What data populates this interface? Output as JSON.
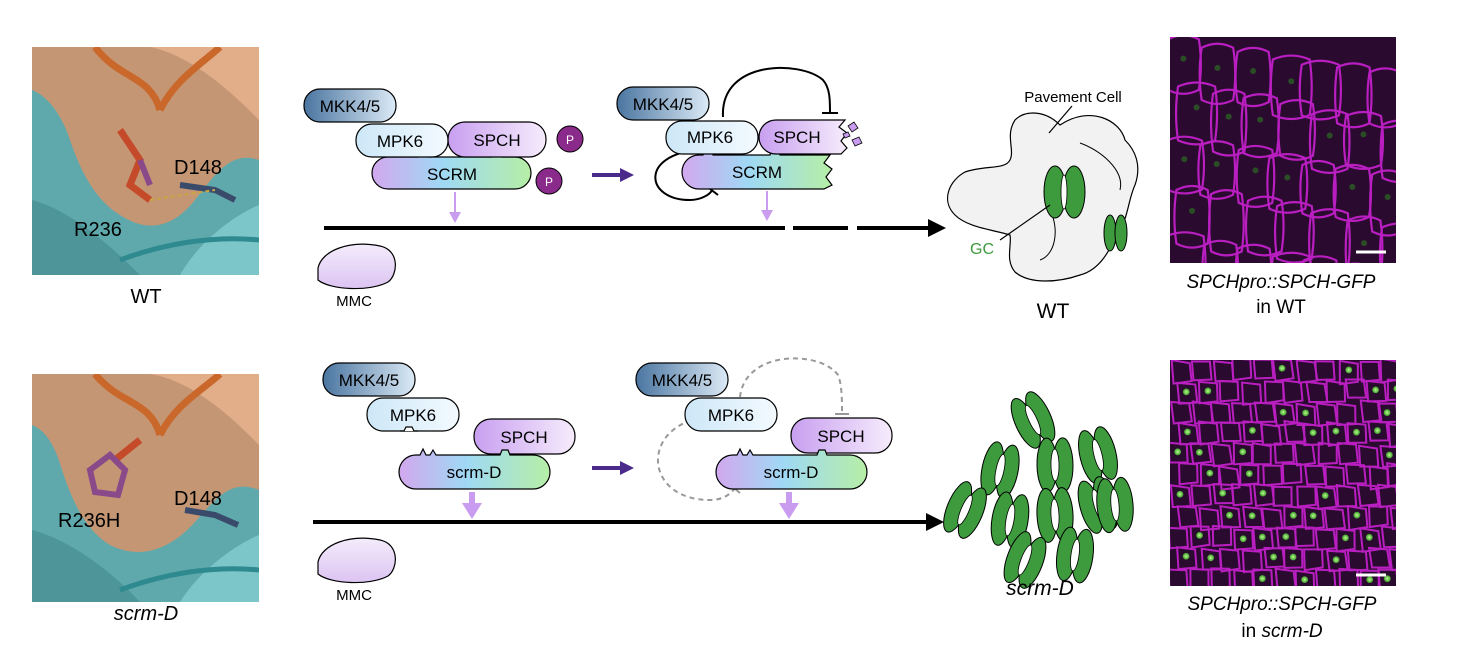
{
  "top_row": {
    "structure_labels": {
      "residue": "R236",
      "partner": "D148",
      "caption": "WT"
    },
    "pathway": {
      "complex1": {
        "mkk": "MKK4/5",
        "mpk": "MPK6",
        "spch": "SPCH",
        "scrm": "SCRM",
        "phospho": "P"
      },
      "complex2": {
        "mkk": "MKK4/5",
        "mpk": "MPK6",
        "spch": "SPCH",
        "scrm": "SCRM"
      },
      "mmc_label": "MMC"
    },
    "cell": {
      "pavement_label": "Pavement Cell",
      "gc_label": "GC",
      "caption": "WT"
    },
    "micrograph": {
      "caption_line1": "SPCHpro::SPCH-GFP",
      "caption_line2": "in WT"
    }
  },
  "bottom_row": {
    "structure_labels": {
      "residue": "R236H",
      "partner": "D148",
      "caption": "scrm-D"
    },
    "pathway": {
      "complex1": {
        "mkk": "MKK4/5",
        "mpk": "MPK6",
        "spch": "SPCH",
        "scrm": "scrm-D"
      },
      "complex2": {
        "mkk": "MKK4/5",
        "mpk": "MPK6",
        "spch": "SPCH",
        "scrm": "scrm-D"
      },
      "mmc_label": "MMC"
    },
    "cell": {
      "caption": "scrm-D"
    },
    "micrograph": {
      "caption_line1": "SPCHpro::SPCH-GFP",
      "caption_line2_prefix": "in ",
      "caption_line2_italic": "scrm-D"
    }
  },
  "colors": {
    "protein_surface": "#6fbcbf",
    "ligand_orange": "#d4733c",
    "mkk_fill": "#4f7fab",
    "mpk_fill": "#d8eef9",
    "spch_fill": "#e6cdf5",
    "phospho": "#8a2a8a",
    "arrow_purple": "#4a2a8a",
    "lilac": "#c99cf0",
    "guard_cell": "#3d9a3d",
    "membrane_magenta": "#c020c8",
    "nucleus_green": "#7de84e"
  }
}
